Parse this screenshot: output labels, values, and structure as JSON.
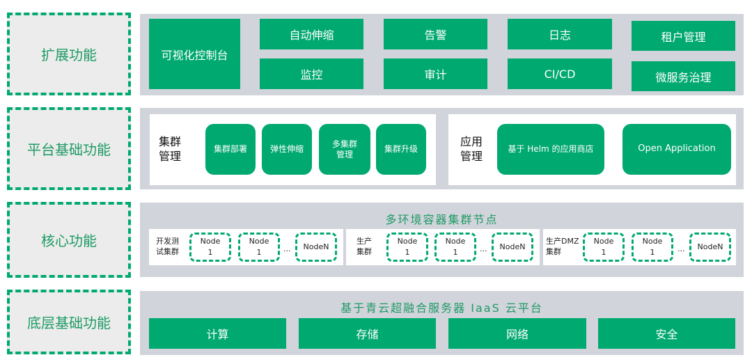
{
  "layers": [
    {
      "label": "扩展功能"
    },
    {
      "label": "平台基础功能"
    },
    {
      "label": "核心功能"
    },
    {
      "label": "底层基础功能"
    }
  ],
  "extension": {
    "console": "可视化控制台",
    "items": [
      "自动伸缩",
      "监控",
      "告警",
      "审计",
      "日志",
      "CI/CD",
      "租户管理",
      "微服务治理"
    ]
  },
  "platform": {
    "cluster_mgmt": {
      "label": "集群\n管理",
      "items": [
        "集群部署",
        "弹性伸缩",
        "多集群\n管理",
        "集群升级"
      ]
    },
    "app_mgmt": {
      "label": "应用\n管理",
      "items": [
        "基于 Helm 的应用商店",
        "Open Application"
      ]
    }
  },
  "core": {
    "title": "多环境容器集群节点",
    "clusters": [
      {
        "label": "开发测\n试集群",
        "nodes": [
          "Node\n1",
          "Node\n1",
          "NodeN"
        ],
        "ellipsis": "..."
      },
      {
        "label": "生产\n集群",
        "nodes": [
          "Node\n1",
          "Node\n1",
          "NodeN"
        ],
        "ellipsis": "..."
      },
      {
        "label": "生产DMZ\n集群",
        "nodes": [
          "Node\n1",
          "Node\n1",
          "NodeN"
        ],
        "ellipsis": "..."
      }
    ]
  },
  "base": {
    "title": "基于青云超融合服务器 IaaS 云平台",
    "items": [
      "计算",
      "存储",
      "网络",
      "安全"
    ]
  }
}
